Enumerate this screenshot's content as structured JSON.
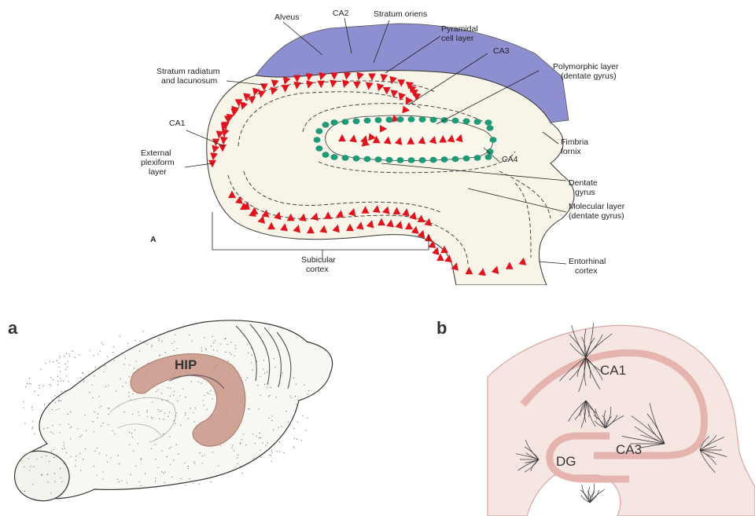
{
  "top_figure": {
    "panel_letter": "A",
    "labels": {
      "ca2": "CA2",
      "alveus": "Alveus",
      "stratum_oriens": "Stratum oriens",
      "pyramidal_1": "Pyramidal",
      "pyramidal_2": "cell layer",
      "ca3": "CA3",
      "polymorphic_1": "Polymorphic layer",
      "polymorphic_2": "(dentate gyrus)",
      "radiatum_1": "Stratum radiatum",
      "radiatum_2": "and lacunosum",
      "ca1": "CA1",
      "external_1": "External",
      "external_2": "plexiform",
      "external_3": "layer",
      "fimbria_1": "Fimbria",
      "fimbria_2": "fornix",
      "ca4": "CA4",
      "dentate_1": "Dentate",
      "dentate_2": "gyrus",
      "molecular_1": "Molecular layer",
      "molecular_2": "(dentate gyrus)",
      "subicular_1": "Subicular",
      "subicular_2": "cortex",
      "entorhinal_1": "Entorhinal",
      "entorhinal_2": "cortex"
    },
    "colors": {
      "alveus": "#8d8fd0",
      "pyramidal": "#e0141e",
      "granule": "#1e9a78",
      "tissue": "#f8f5e8"
    }
  },
  "panel_a": {
    "letter": "a",
    "region_label": "HIP",
    "colors": {
      "hippocampus": "#c89484"
    }
  },
  "panel_b": {
    "letter": "b",
    "ca1": "CA1",
    "ca3": "CA3",
    "dg": "DG",
    "colors": {
      "tissue": "#f6e6e2",
      "cell_layer": "#e6b4ae"
    }
  }
}
